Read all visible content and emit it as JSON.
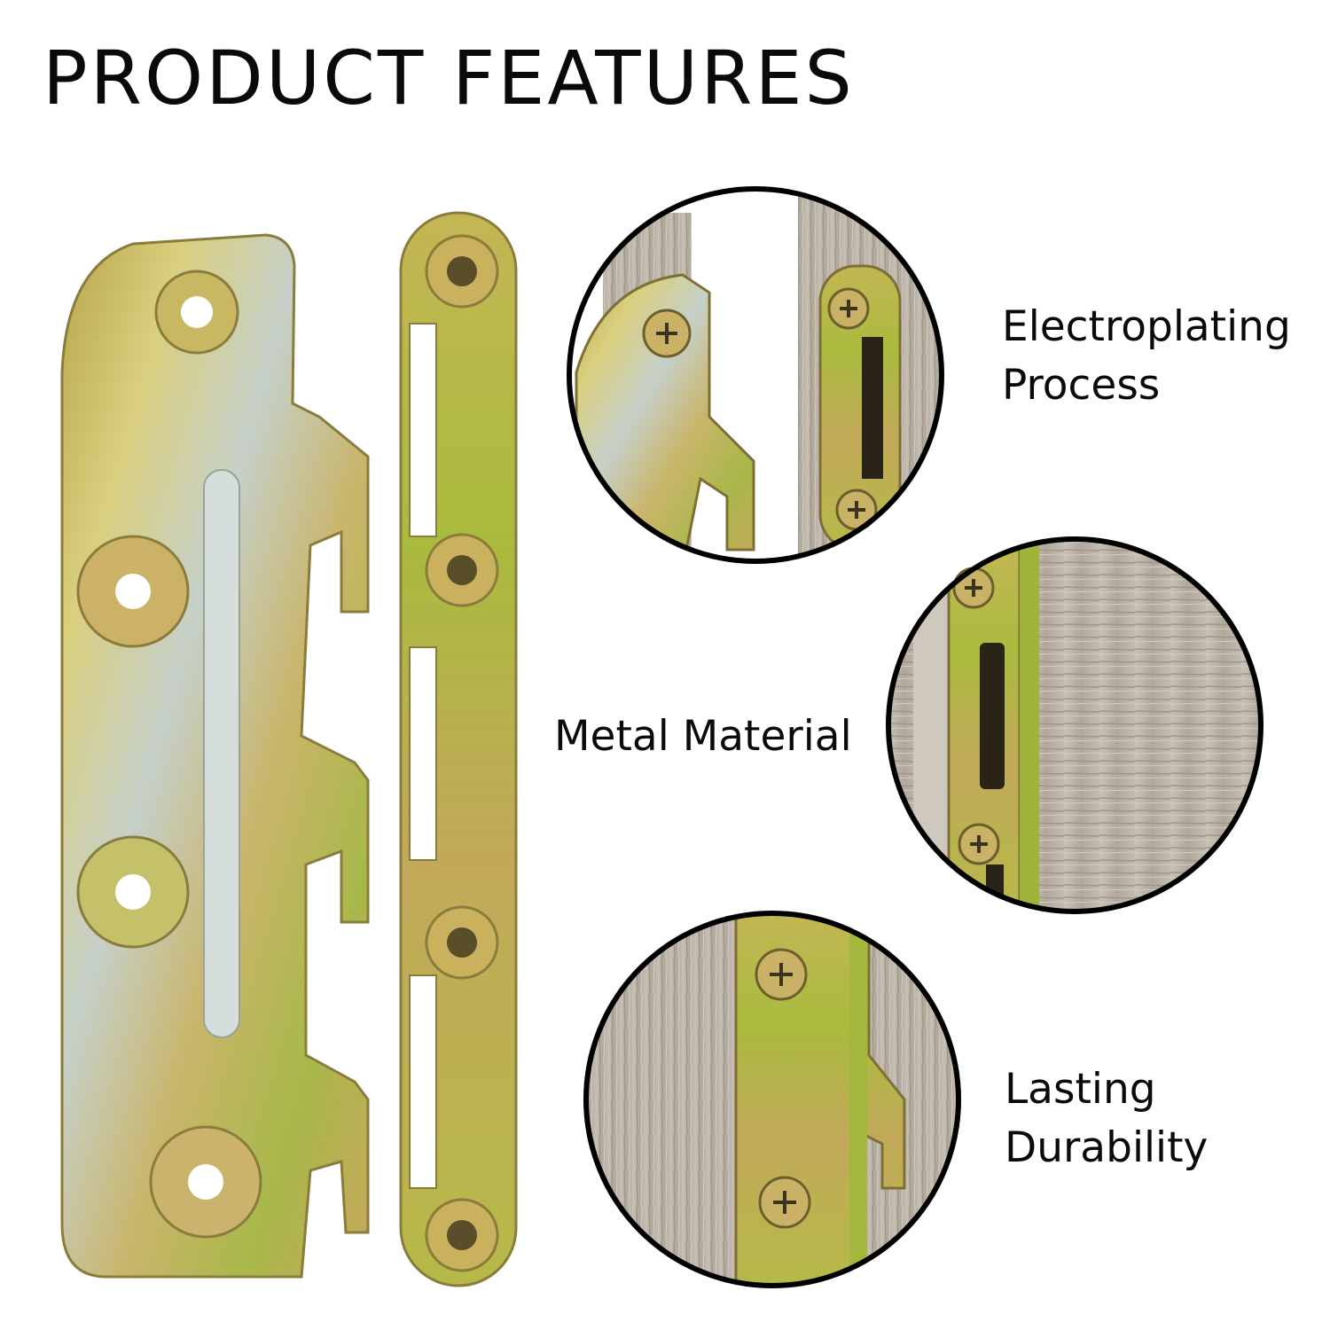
{
  "page": {
    "title": "PRODUCT FEATURES"
  },
  "features": [
    {
      "lines": [
        "Electroplating",
        "Process"
      ]
    },
    {
      "lines": [
        "Metal Material"
      ]
    },
    {
      "lines": [
        "Lasting",
        "Durability"
      ]
    }
  ],
  "colors": {
    "background": "#ffffff",
    "text": "#0a0a0a",
    "metal_gold": "#c9b65a",
    "metal_green": "#a7b83c",
    "metal_silver": "#cfd8d6",
    "wood": "#b9b2a8",
    "circle_border": "#000000"
  },
  "icons": [
    "screw-icon",
    "mounting-hole-icon"
  ]
}
